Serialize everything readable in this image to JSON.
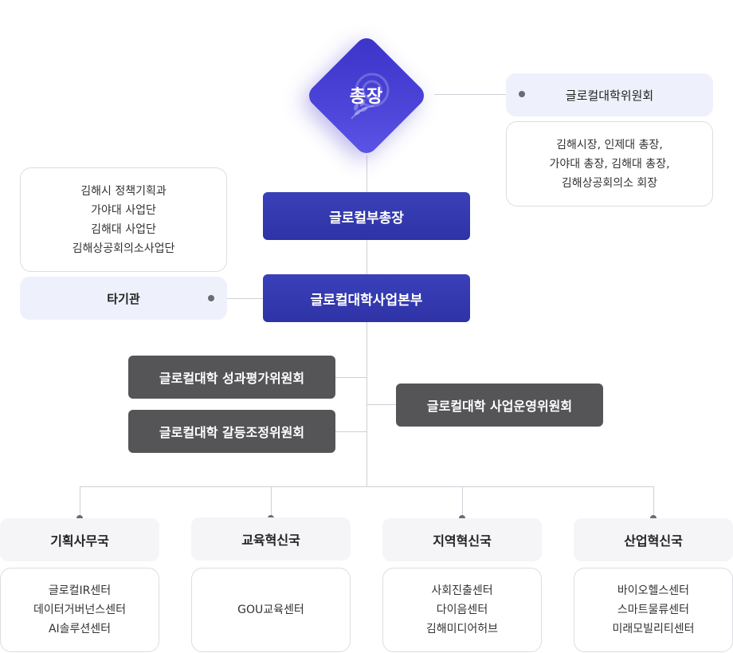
{
  "president": {
    "label": "총장"
  },
  "committee": {
    "label": "글로컬대학위원회",
    "members": [
      "김해시장, 인제대 총장,",
      "가야대 총장, 김해대 총장,",
      "김해상공회의소 회장"
    ]
  },
  "external_partners": {
    "items": [
      "김해시 정책기획과",
      "가야대 사업단",
      "김해대 사업단",
      "김해상공회의소사업단"
    ]
  },
  "vice_president": {
    "label": "글로컬부총장"
  },
  "other_institutions": {
    "label": "타기관"
  },
  "headquarters": {
    "label": "글로컬대학사업본부"
  },
  "sub_committees": {
    "performance": "글로컬대학 성과평가위원회",
    "conflict": "글로컬대학 갈등조정위원회",
    "operations": "글로컬대학 사업운영위원회"
  },
  "departments": [
    {
      "name": "기획사무국",
      "units": [
        "글로컬IR센터",
        "데이터거버넌스센터",
        "AI솔루션센터"
      ]
    },
    {
      "name": "교육혁신국",
      "units": [
        "GOU교육센터"
      ]
    },
    {
      "name": "지역혁신국",
      "units": [
        "사회진출센터",
        "다이음센터",
        "김해미디어허브"
      ]
    },
    {
      "name": "산업혁신국",
      "units": [
        "바이오헬스센터",
        "스마트물류센터",
        "미래모빌리티센터"
      ]
    }
  ]
}
